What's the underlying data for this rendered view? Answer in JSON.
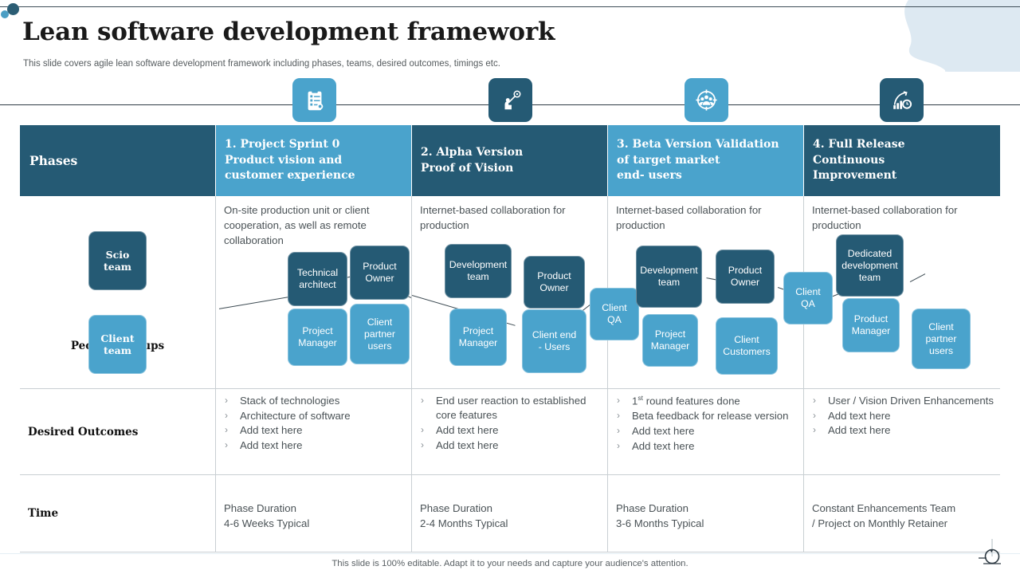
{
  "header": {
    "title": "Lean software development framework",
    "subtitle": "This slide covers agile lean software development framework including phases, teams, desired outcomes, timings etc."
  },
  "icons": [
    {
      "name": "clipboard-checklist-icon",
      "style": "light"
    },
    {
      "name": "vision-target-launch-icon",
      "style": "dark"
    },
    {
      "name": "team-target-icon",
      "style": "light"
    },
    {
      "name": "growth-gear-icon",
      "style": "dark"
    }
  ],
  "table": {
    "header": {
      "row_label": "Phases",
      "phases": [
        {
          "label": "1. Project Sprint 0\n    Product vision and\n    customer experience",
          "accent": "#4aa3cc"
        },
        {
          "label": "2. Alpha Version\n     Proof of Vision",
          "accent": "#255a74"
        },
        {
          "label": "3. Beta Version Validation\n     of target market\n     end- users",
          "accent": "#4aa3cc"
        },
        {
          "label": "4. Full Release\n     Continuous\n     Improvement",
          "accent": "#255a74"
        }
      ]
    },
    "rows": {
      "people": {
        "label": "People / groups",
        "legend": [
          {
            "label": "Scio\nteam",
            "tone": "dark"
          },
          {
            "label": "Client\nteam",
            "tone": "light"
          }
        ],
        "columns": [
          {
            "lead": "On-site production unit or client cooperation, as well as remote collaboration",
            "nodes": [
              {
                "label": "Technical\narchitect",
                "tone": "dark"
              },
              {
                "label": "Product\nOwner",
                "tone": "dark"
              },
              {
                "label": "Project\nManager",
                "tone": "light"
              },
              {
                "label": "Client\npartner\nusers",
                "tone": "light"
              }
            ]
          },
          {
            "lead": "Internet-based  collaboration for production",
            "nodes": [
              {
                "label": "Development\nteam",
                "tone": "dark"
              },
              {
                "label": "Product\nOwner",
                "tone": "dark"
              },
              {
                "label": "Project\nManager",
                "tone": "light"
              },
              {
                "label": "Client end\n- Users",
                "tone": "light"
              },
              {
                "label": "Client\nQA",
                "tone": "light"
              }
            ]
          },
          {
            "lead": "Internet-based  collaboration for production",
            "nodes": [
              {
                "label": "Development\nteam",
                "tone": "dark"
              },
              {
                "label": "Product\nOwner",
                "tone": "dark"
              },
              {
                "label": "Project\nManager",
                "tone": "light"
              },
              {
                "label": "Client\nCustomers",
                "tone": "light"
              },
              {
                "label": "Client\nQA",
                "tone": "light"
              }
            ]
          },
          {
            "lead": "Internet-based  collaboration for production",
            "nodes": [
              {
                "label": "Dedicated\ndevelopment\nteam",
                "tone": "dark"
              },
              {
                "label": "Product\nManager",
                "tone": "light"
              },
              {
                "label": "Client\npartner\nusers",
                "tone": "light"
              }
            ]
          }
        ]
      },
      "outcomes": {
        "label": "Desired Outcomes",
        "bullet": "›",
        "columns": [
          [
            "Stack of technologies",
            "Architecture  of software",
            "Add text here",
            "Add text here"
          ],
          [
            "End user reaction to established core features",
            "Add text here",
            "Add text here"
          ],
          [
            "1<sup>st</sup> round features done",
            "Beta feedback for release version",
            "Add text here",
            "Add text here"
          ],
          [
            "User / Vision Driven Enhancements",
            "Add text here",
            "Add text here"
          ]
        ]
      },
      "time": {
        "label": "Time",
        "columns": [
          "Phase Duration\n4-6 Weeks Typical",
          "Phase Duration\n2-4 Months  Typical",
          "Phase Duration\n3-6 Months  Typical",
          "Constant Enhancements  Team\n/ Project on Monthly  Retainer"
        ]
      }
    }
  },
  "footer": {
    "note": "This slide is 100% editable. Adapt it to your needs and capture your audience's attention."
  }
}
